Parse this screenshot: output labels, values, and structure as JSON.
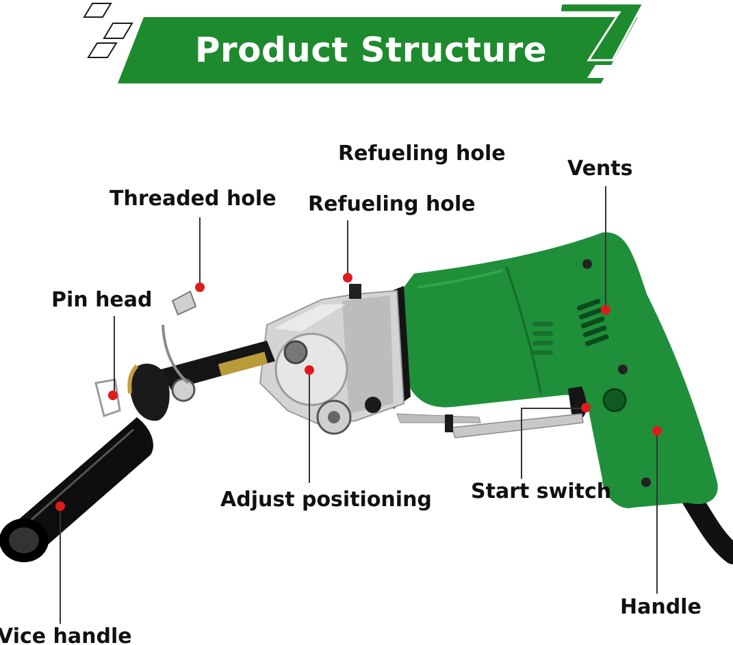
{
  "banner": {
    "title": "Product Structure",
    "color": "#1e8a2e"
  },
  "callouts": {
    "refueling_hole_top": "Refueling hole",
    "vents": "Vents",
    "threaded_hole": "Threaded hole",
    "refueling_hole": "Refueling hole",
    "pin_head": "Pin head",
    "adjust_positioning": "Adjust positioning",
    "start_switch": "Start switch",
    "handle": "Handle",
    "vice_handle": "Vice handle"
  },
  "colors": {
    "tool_body": "#1f8f3a",
    "marker": "#e01b1b",
    "leader": "#333333"
  }
}
